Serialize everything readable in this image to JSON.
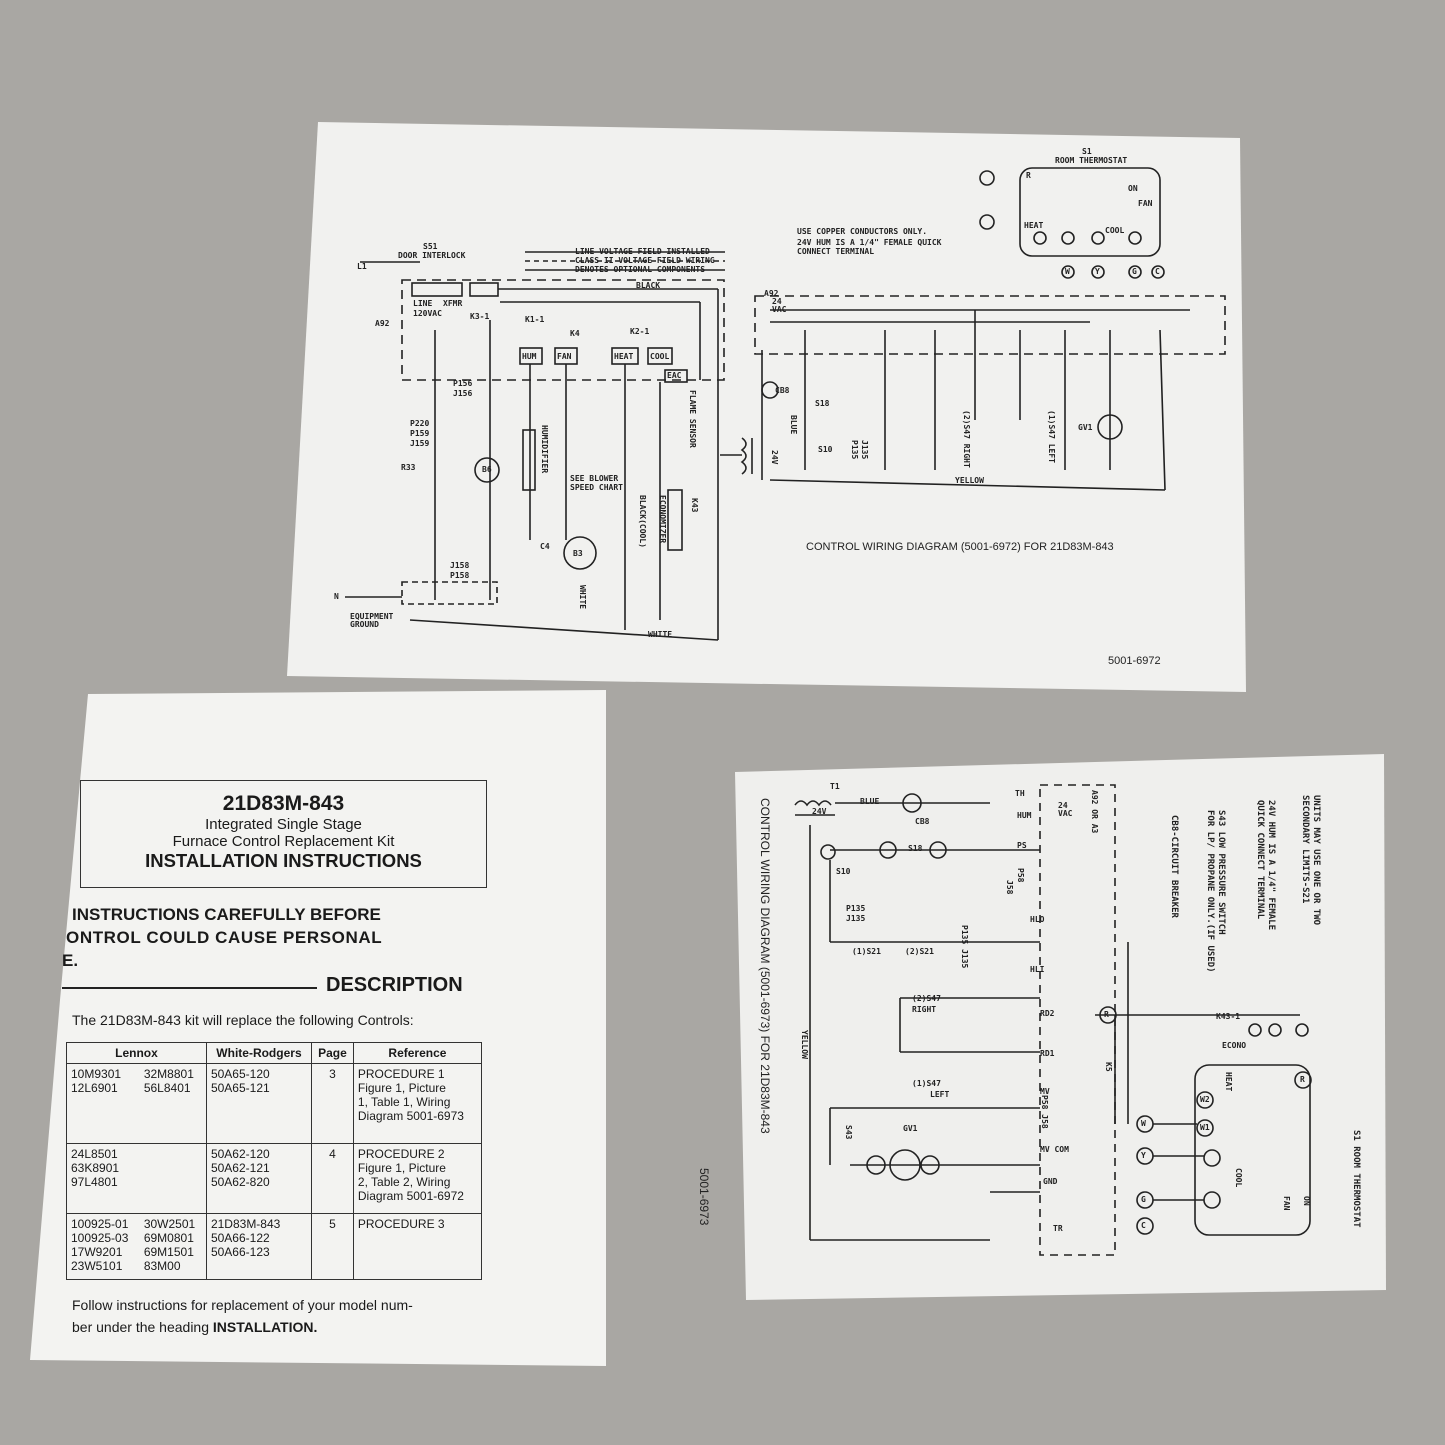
{
  "colors": {
    "background": "#a9a7a3",
    "paper": "#f1f1ef",
    "ink": "#1a1a1a"
  },
  "top_sheet": {
    "caption": "CONTROL WIRING DIAGRAM (5001-6972) FOR 21D83M-843",
    "number": "5001-6972",
    "legend": [
      "LINE VOLTAGE FIELD INSTALLED",
      "CLASS II VOLTAGE FIELD WIRING",
      "DENOTES OPTIONAL COMPONENTS"
    ],
    "notes": [
      "USE COPPER CONDUCTORS ONLY.",
      "24V HUM IS A 1/4\" FEMALE QUICK",
      "CONNECT TERMINAL"
    ],
    "labels": [
      "S51",
      "DOOR INTERLOCK",
      "L1",
      "LINE",
      "XFMR",
      "120VAC",
      "BLACK",
      "A92",
      "K3-1",
      "K1-1",
      "K4",
      "K2-1",
      "HUM",
      "FAN",
      "HEAT",
      "COOL",
      "EAC",
      "P156",
      "J156",
      "P220",
      "P159",
      "J159",
      "R33",
      "HUMIDIFIER",
      "B6",
      "SEE BLOWER",
      "SPEED CHART",
      "BLACK(COOL)",
      "ECONOMIZER",
      "K43",
      "FLAME SENSOR",
      "C4",
      "B3",
      "WHITE",
      "N",
      "EQUIPMENT GROUND",
      "J158",
      "P158",
      "WHITE",
      "S1",
      "ROOM THERMOSTAT",
      "24 VAC",
      "YELLOW",
      "BLUE",
      "24V",
      "CB8",
      "S18",
      "S10",
      "P135",
      "J135",
      "(2)S47 RIGHT",
      "(1)S47 LEFT",
      "GV1",
      "A92",
      "R",
      "W",
      "Y",
      "G",
      "C",
      "HEAT",
      "COOL",
      "FAN",
      "ON"
    ]
  },
  "booklet": {
    "model": "21D83M-843",
    "subtitle1": "Integrated Single Stage",
    "subtitle2": "Furnace Control Replacement Kit",
    "title": "INSTALLATION INSTRUCTIONS",
    "warning1": "INSTRUCTIONS CAREFULLY BEFORE",
    "warning2": "ONTROL COULD CAUSE PERSONAL",
    "warning3": "E.",
    "section": "DESCRIPTION",
    "intro": "The 21D83M-843 kit will replace the following Controls:",
    "table": {
      "headers": [
        "Lennox",
        "White-Rodgers",
        "Page",
        "Reference"
      ],
      "rows": [
        {
          "lennox_a": [
            "10M9301",
            "12L6901"
          ],
          "lennox_b": [
            "32M8801",
            "56L8401"
          ],
          "wr": [
            "50A65-120",
            "50A65-121"
          ],
          "page": "3",
          "ref": [
            "PROCEDURE 1",
            "Figure 1, Picture",
            "1, Table 1, Wiring",
            "Diagram 5001-6973"
          ]
        },
        {
          "lennox_a": [
            "24L8501",
            "63K8901",
            "97L4801"
          ],
          "lennox_b": [],
          "wr": [
            "50A62-120",
            "50A62-121",
            "50A62-820"
          ],
          "page": "4",
          "ref": [
            "PROCEDURE 2",
            "Figure 1, Picture",
            "2, Table 2, Wiring",
            "Diagram 5001-6972"
          ]
        },
        {
          "lennox_a": [
            "100925-01",
            "100925-03",
            "17W9201",
            "23W5101"
          ],
          "lennox_b": [
            "30W2501",
            "69M0801",
            "69M1501",
            "83M00"
          ],
          "wr": [
            "21D83M-843",
            "50A66-122",
            "50A66-123"
          ],
          "page": "5",
          "ref": [
            "PROCEDURE 3"
          ]
        }
      ]
    },
    "footer1": "Follow instructions for replacement of your model num-",
    "footer2_pre": "ber under the heading ",
    "footer2_bold": "INSTALLATION."
  },
  "bottom_sheet": {
    "caption": "CONTROL WIRING DIAGRAM (5001-6973) FOR 21D83M-843",
    "number": "5001-6973",
    "notes": [
      "UNITS MAY USE ONE OR TWO",
      "SECONDARY LIMITS-S21",
      "24V HUM IS A 1/4\" FEMALE",
      "QUICK CONNECT TERMINAL",
      "S43 LOW PRESSURE SWITCH",
      "FOR LP/ PROPANE ONLY.(IF USED)",
      "CB8-CIRCUIT BREAKER"
    ],
    "labels": [
      "T1",
      "BLUE",
      "24V",
      "CB8",
      "S18",
      "TH",
      "HUM",
      "24 VAC",
      "PS",
      "P58",
      "J58",
      "S10",
      "P135",
      "J135",
      "HLO",
      "(1)S21",
      "(2)S21",
      "P135 J135",
      "HLI",
      "(2)S47",
      "RIGHT",
      "RD2",
      "RD1",
      "(1)S47",
      "LEFT",
      "MV",
      "P58 J58",
      "S43",
      "GV1",
      "MV COM",
      "GND",
      "TR",
      "YELLOW",
      "K5",
      "A92 OR A3",
      "K43-1",
      "ECONO",
      "R",
      "W",
      "Y",
      "G",
      "C",
      "HEAT",
      "COOL",
      "FAN",
      "ON",
      "S1 ROOM THERMOSTAT",
      "W2",
      "W1",
      "R"
    ]
  }
}
